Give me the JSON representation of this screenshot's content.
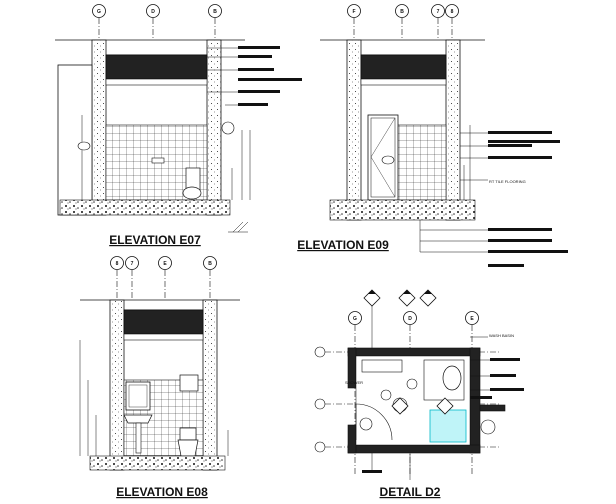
{
  "titles": {
    "e07": "ELEVATION E07",
    "e09": "ELEVATION E09",
    "e08": "ELEVATION E08",
    "d2": "DETAIL D2"
  },
  "grid_bubbles": {
    "e07": [
      "G",
      "D",
      "B"
    ],
    "e09": [
      "F",
      "B",
      "7",
      "8"
    ],
    "e08": [
      "8",
      "7",
      "E",
      "B"
    ],
    "d2": [
      "G",
      "D",
      "E"
    ]
  },
  "small_labels": {
    "e09_note": "RT TILE FLOORING",
    "d2_wash": "WASH BASIN",
    "d2_note": "SHOWER"
  },
  "colors": {
    "line": "#111111",
    "tile_fill": "#ffffff",
    "accent": "#00b8c8"
  }
}
